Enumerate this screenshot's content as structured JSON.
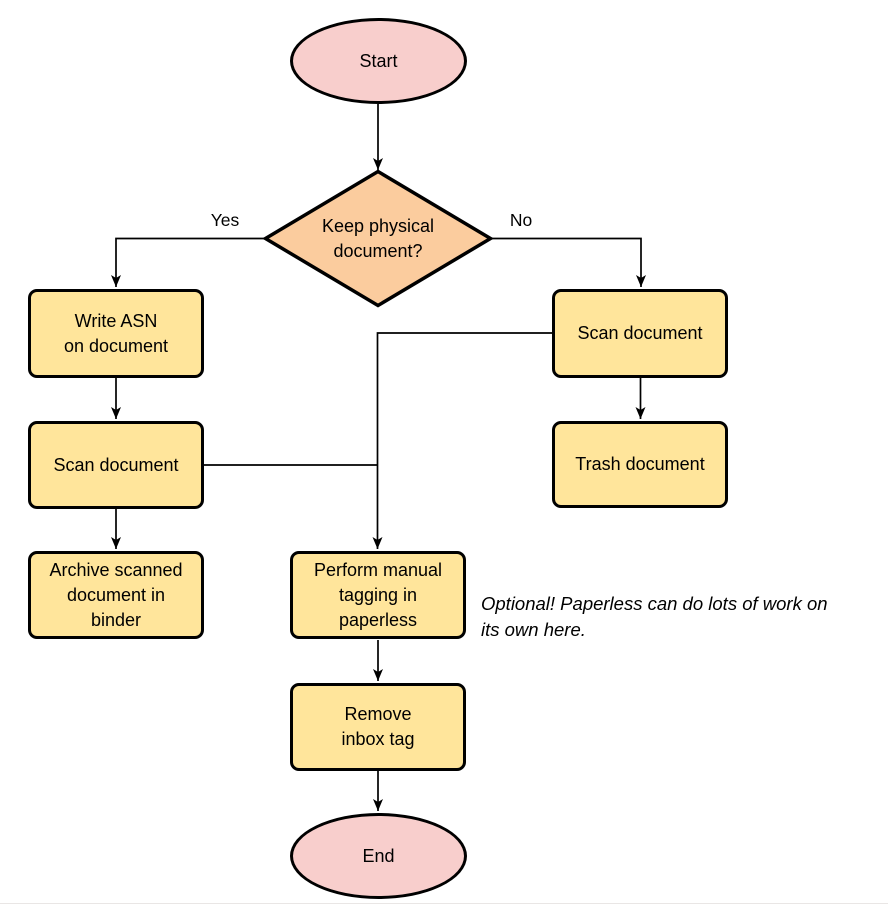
{
  "colors": {
    "background": "#FFFFFF",
    "terminator_fill": "#F8CECC",
    "process_fill": "#FFE59B",
    "decision_fill": "#FBCC9E",
    "stroke": "#000000"
  },
  "nodes": {
    "start": {
      "shape": "terminator",
      "label": "Start"
    },
    "decision": {
      "shape": "decision",
      "line1": "Keep physical",
      "line2": "document?"
    },
    "write_asn": {
      "shape": "process",
      "line1": "Write ASN",
      "line2": "on document"
    },
    "scan_left": {
      "shape": "process",
      "label": "Scan document"
    },
    "archive": {
      "shape": "process",
      "line1": "Archive scanned",
      "line2": "document in",
      "line3": "binder"
    },
    "scan_right": {
      "shape": "process",
      "label": "Scan document"
    },
    "trash": {
      "shape": "process",
      "label": "Trash document"
    },
    "perform": {
      "shape": "process",
      "line1": "Perform manual",
      "line2": "tagging in",
      "line3": "paperless"
    },
    "remove": {
      "shape": "process",
      "line1": "Remove",
      "line2": "inbox tag"
    },
    "end": {
      "shape": "terminator",
      "label": "End"
    }
  },
  "edge_labels": {
    "yes": "Yes",
    "no": "No"
  },
  "note": {
    "line1": "Optional! Paperless can do lots of work on",
    "line2": "its own here."
  }
}
